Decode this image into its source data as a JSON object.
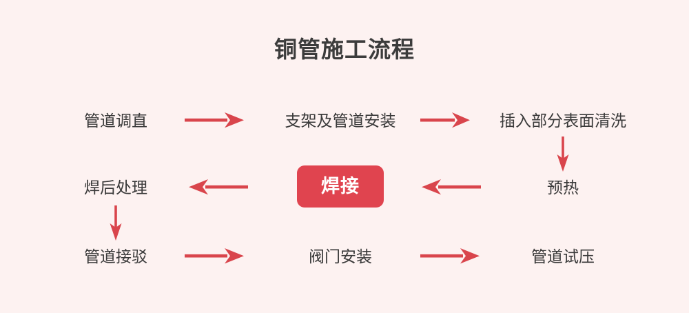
{
  "diagram": {
    "title": "铜管施工流程",
    "background_color": "#fdf2f1",
    "text_color": "#3a3a3a",
    "accent_color": "#d9454c",
    "highlight_box_color": "#e0444f",
    "highlight_text_color": "#ffffff"
  },
  "nodes": {
    "r1c1": {
      "label": "管道调直"
    },
    "r1c2": {
      "label": "支架及管道安装"
    },
    "r1c3": {
      "label": "插入部分表面清洗"
    },
    "r2c1": {
      "label": "焊后处理"
    },
    "r2c2": {
      "label": "焊接"
    },
    "r2c3": {
      "label": "预热"
    },
    "r3c1": {
      "label": "管道接驳"
    },
    "r3c2": {
      "label": "阀门安装"
    },
    "r3c3": {
      "label": "管道试压"
    }
  },
  "chart_data": {
    "type": "flowchart",
    "title": "铜管施工流程",
    "layout": "serpentine-grid-3x3",
    "steps": [
      {
        "order": 1,
        "label": "管道调直",
        "row": 1,
        "col": 1,
        "highlight": false
      },
      {
        "order": 2,
        "label": "支架及管道安装",
        "row": 1,
        "col": 2,
        "highlight": false
      },
      {
        "order": 3,
        "label": "插入部分表面清洗",
        "row": 1,
        "col": 3,
        "highlight": false
      },
      {
        "order": 4,
        "label": "预热",
        "row": 2,
        "col": 3,
        "highlight": false
      },
      {
        "order": 5,
        "label": "焊接",
        "row": 2,
        "col": 2,
        "highlight": true
      },
      {
        "order": 6,
        "label": "焊后处理",
        "row": 2,
        "col": 1,
        "highlight": false
      },
      {
        "order": 7,
        "label": "管道接驳",
        "row": 3,
        "col": 1,
        "highlight": false
      },
      {
        "order": 8,
        "label": "阀门安装",
        "row": 3,
        "col": 2,
        "highlight": false
      },
      {
        "order": 9,
        "label": "管道试压",
        "row": 3,
        "col": 3,
        "highlight": false
      }
    ],
    "connectors": [
      {
        "from": "管道调直",
        "to": "支架及管道安装",
        "direction": "right"
      },
      {
        "from": "支架及管道安装",
        "to": "插入部分表面清洗",
        "direction": "right"
      },
      {
        "from": "插入部分表面清洗",
        "to": "预热",
        "direction": "down"
      },
      {
        "from": "预热",
        "to": "焊接",
        "direction": "left"
      },
      {
        "from": "焊接",
        "to": "焊后处理",
        "direction": "left"
      },
      {
        "from": "焊后处理",
        "to": "管道接驳",
        "direction": "down"
      },
      {
        "from": "管道接驳",
        "to": "阀门安装",
        "direction": "right"
      },
      {
        "from": "阀门安装",
        "to": "管道试压",
        "direction": "right"
      }
    ]
  }
}
